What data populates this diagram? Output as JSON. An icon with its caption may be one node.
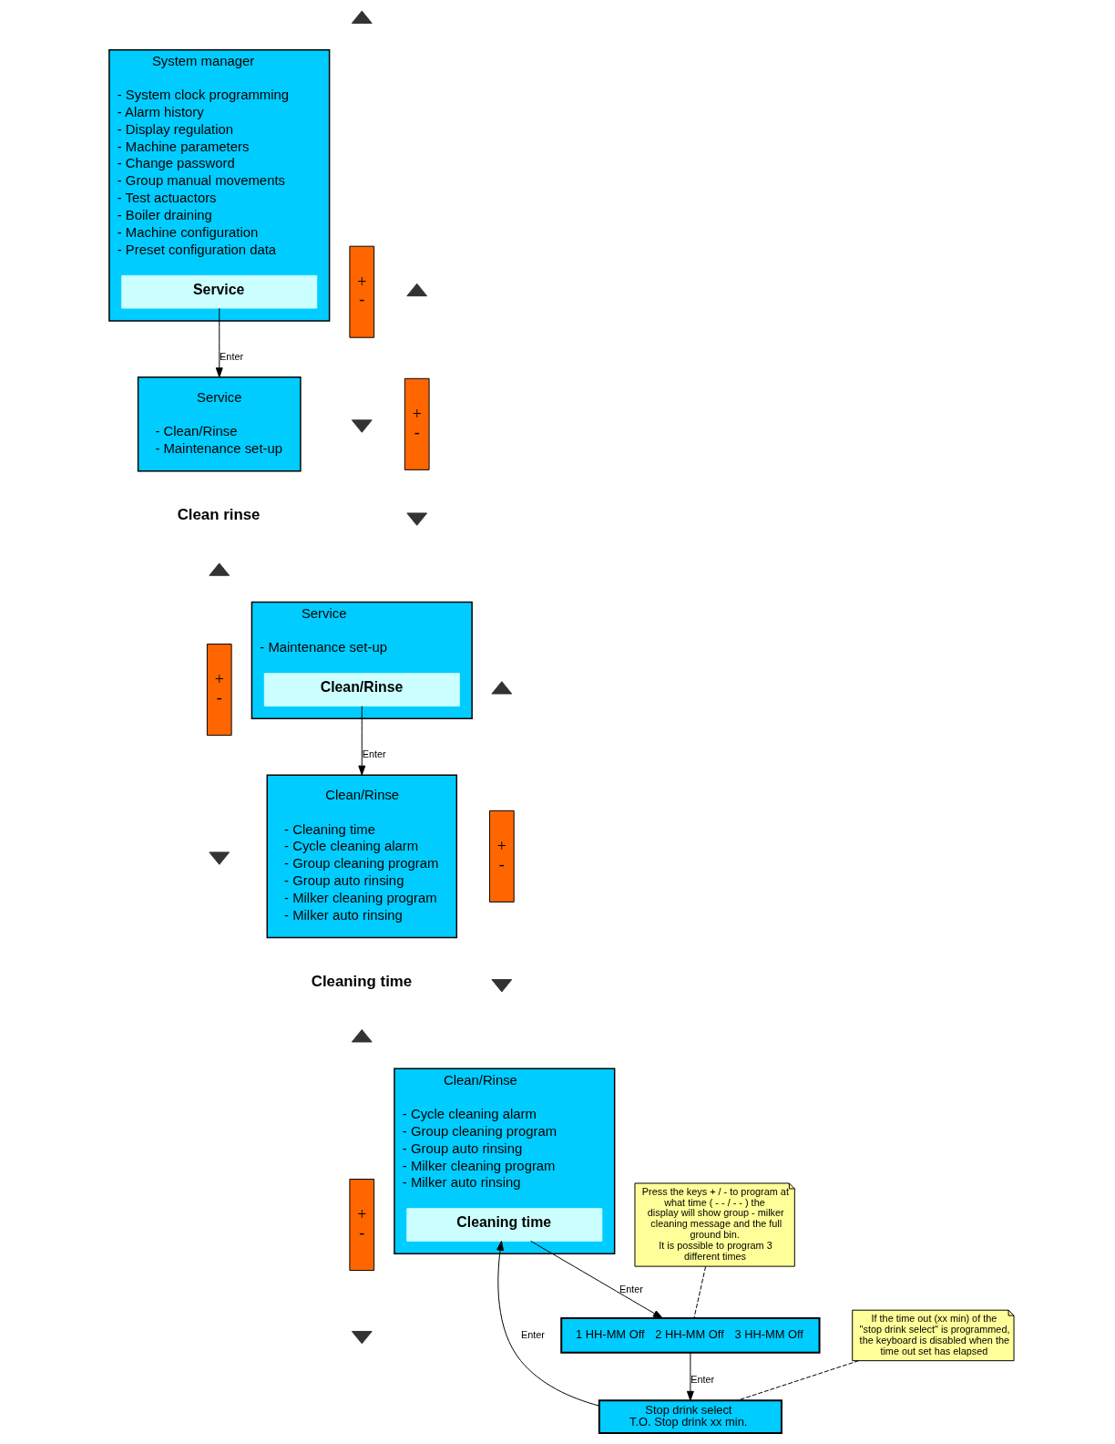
{
  "diagram": {
    "nodes": [
      {
        "text": [
          "System manager",
          "- System clock programming",
          "- Alarm history",
          "- Display regulation",
          "- Machine parameters",
          "- Change password",
          "- Group manual movements",
          "- Test actuactors",
          "- Boiler draining",
          "- Machine configuration",
          "- Preset configuration data"
        ]
      },
      {
        "text": [
          "Service"
        ],
        "in": 0
      },
      {
        "text": [
          "+",
          "-"
        ]
      },
      {
        "text": [
          "Service",
          "- Clean/Rinse",
          "- Maintenance set-up"
        ]
      },
      {
        "text": [
          "+",
          "-"
        ]
      },
      {
        "text": [
          "Service",
          "- Maintenance set-up"
        ]
      },
      {
        "text": [
          "Clean/Rinse"
        ],
        "in": 5
      },
      {
        "text": [
          "+",
          "-"
        ]
      },
      {
        "text": [
          "Clean/Rinse",
          "- Cleaning time",
          "- Cycle cleaning alarm",
          "- Group cleaning program",
          "- Group auto rinsing",
          "- Milker cleaning program",
          "- Milker auto rinsing"
        ]
      },
      {
        "text": [
          "+",
          "-"
        ]
      },
      {
        "text": [
          "Clean/Rinse",
          "- Cycle cleaning alarm",
          "- Group cleaning program",
          "- Group auto rinsing",
          "- Milker cleaning program",
          "- Milker auto rinsing"
        ]
      },
      {
        "text": [
          "Cleaning time"
        ],
        "in": 10
      },
      {
        "text": [
          "+",
          "-"
        ]
      },
      {
        "text": [
          "1 HH-MM Off",
          "2 HH-MM Off",
          "3 HH-MM Off"
        ]
      },
      {
        "text": [
          "Stop drink select",
          "T.O. Stop drink xx min."
        ]
      },
      {
        "text": [
          "Press the keys + / - to program at what time ( - - / - - ) the display will show group - milker cleaning message and the full ground bin.",
          "It is possible to program 3 different times"
        ]
      },
      {
        "text": [
          "If the time out (xx min) of the \"stop drink select\" is programmed, the keyboard is disabled when the time out set has elapsed"
        ]
      }
    ],
    "edges": [
      {
        "from": 1,
        "to": 3,
        "arrow": "to",
        "label": "Enter"
      },
      {
        "from": 6,
        "to": 8,
        "arrow": "to",
        "label": "Enter"
      },
      {
        "from": 11,
        "to": 13,
        "arrow": "to",
        "label": "Enter"
      },
      {
        "from": 13,
        "to": 14,
        "arrow": "to",
        "label": "Enter"
      },
      {
        "from": 14,
        "to": 11,
        "arrow": "to",
        "label": "Enter"
      },
      {
        "from": 15,
        "to": 13,
        "arrow": "none",
        "style": "dashed"
      },
      {
        "from": 16,
        "to": 14,
        "arrow": "none",
        "style": "dashed"
      }
    ],
    "labels": [
      "Clean rinse",
      "Cleaning time"
    ]
  }
}
